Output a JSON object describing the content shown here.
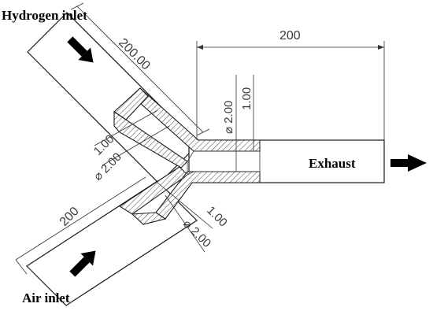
{
  "labels": {
    "hydrogen_inlet": "Hydrogen inlet",
    "air_inlet": "Air inlet",
    "exhaust": "Exhaust"
  },
  "dimensions": {
    "hydrogen_length": "200.00",
    "air_length": "200",
    "exhaust_length": "200",
    "hydrogen_wall": "1.00",
    "hydrogen_diameter": "⌀ 2.00",
    "air_wall": "1.00",
    "air_diameter": "⌀ 2.00",
    "exhaust_diameter": "⌀ 2.00",
    "exhaust_wall": "1.00"
  },
  "colors": {
    "line": "#1a1a1a",
    "dimension_text": "#3a3a3a",
    "arrow": "#000000"
  }
}
